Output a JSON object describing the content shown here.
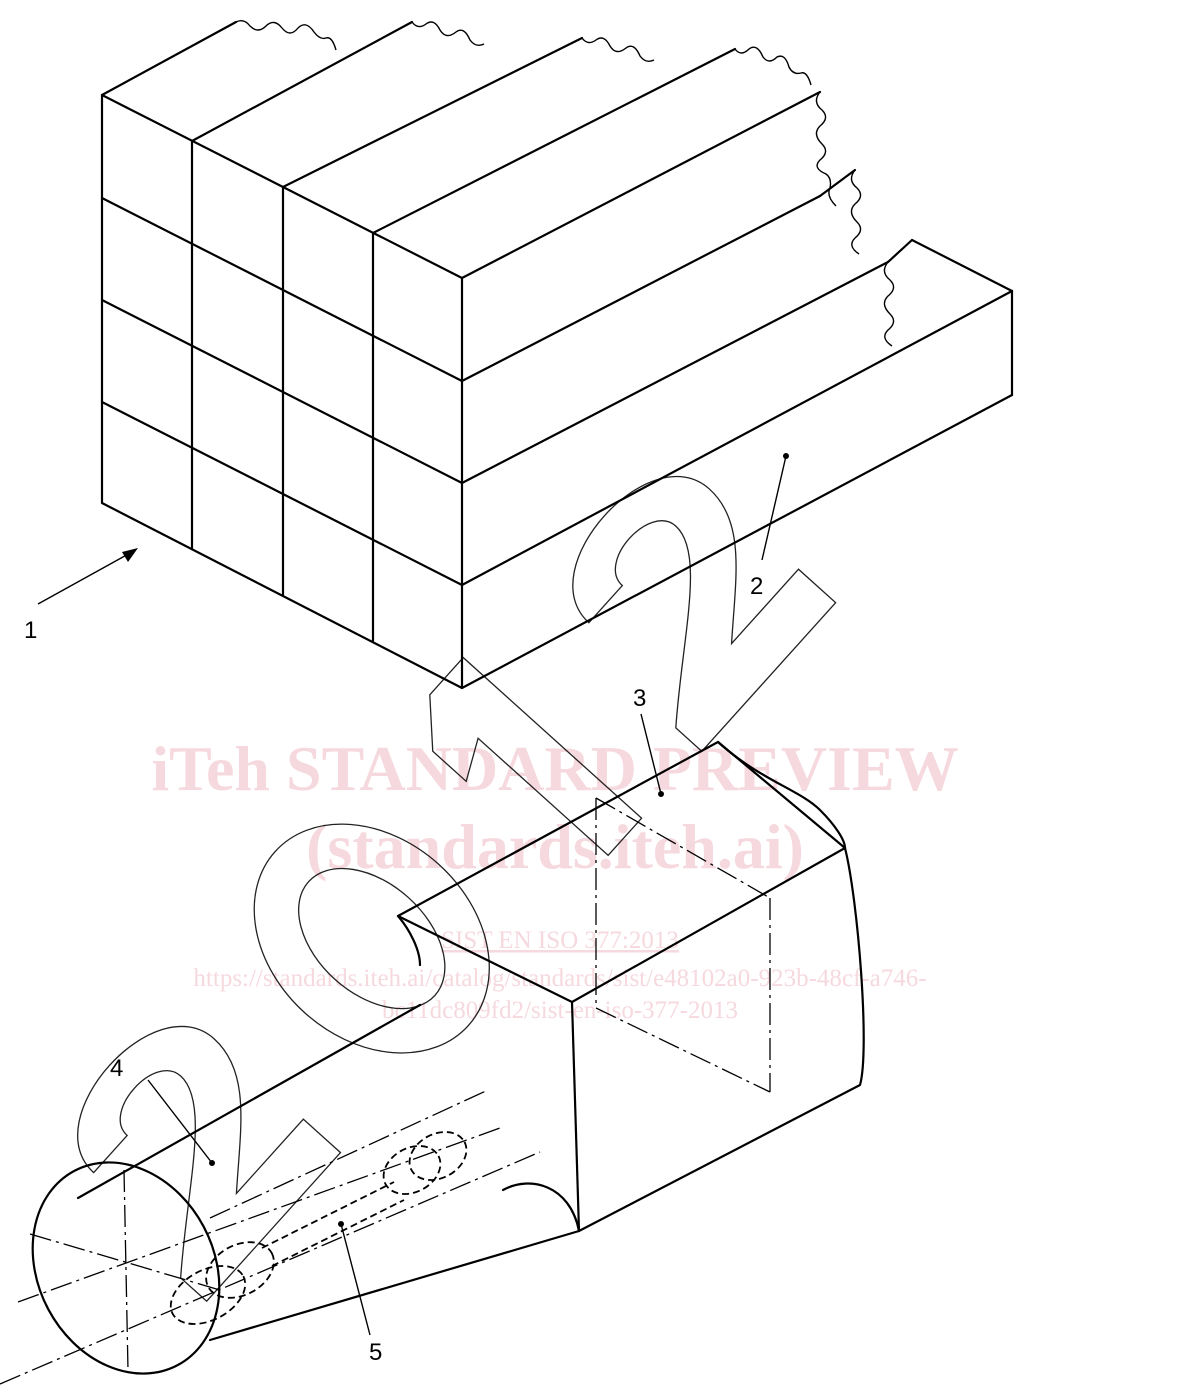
{
  "figure": {
    "callouts": [
      {
        "id": "1",
        "label": "1"
      },
      {
        "id": "2",
        "label": "2"
      },
      {
        "id": "3",
        "label": "3"
      },
      {
        "id": "4",
        "label": "4"
      },
      {
        "id": "5",
        "label": "5"
      }
    ]
  },
  "watermark": {
    "line1": "iTeh STANDARD PREVIEW",
    "line2": "(standards.iteh.ai)",
    "line3": "SIST EN ISO 377:2013",
    "line4": "https://standards.iteh.ai/catalog/standards/sist/e48102a0-923b-48cf-a746-",
    "line5": "bc11dc809fd2/sist-en-iso-377-2013",
    "outline_text": "2012"
  }
}
